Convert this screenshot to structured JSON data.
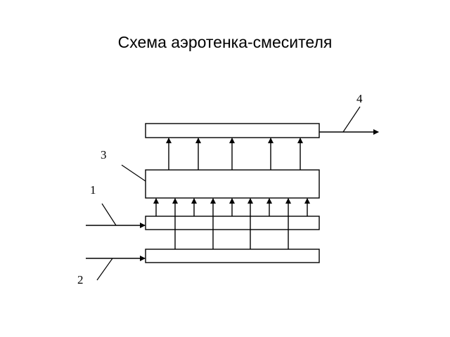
{
  "title": "Схема аэротенка-смесителя",
  "colors": {
    "stroke": "#000000",
    "background": "#ffffff"
  },
  "labels": {
    "secondary_settler_outlet": "4",
    "aeration_zone": "3",
    "return_sludge_inlet": "1",
    "wastewater_inlet": "2"
  }
}
